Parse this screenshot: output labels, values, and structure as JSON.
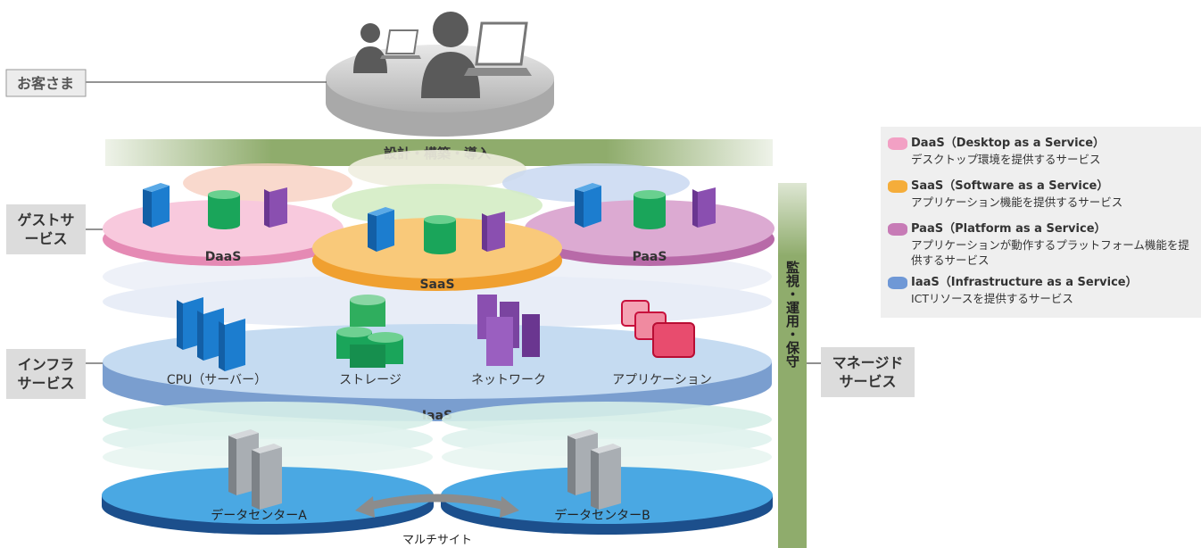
{
  "customer": {
    "label": "お客さま"
  },
  "bands": {
    "design": "設計・構築・導入",
    "monitor": "監視・運用・保守"
  },
  "side_labels": {
    "guest": "ゲストサービス",
    "infra": "インフラサービス",
    "managed": "マネージドサービス"
  },
  "platforms": {
    "daas": "DaaS",
    "saas": "SaaS",
    "paas": "PaaS",
    "iaas": "IaaS"
  },
  "resources": {
    "cpu": "CPU（サーバー）",
    "storage": "ストレージ",
    "network": "ネットワーク",
    "application": "アプリケーション"
  },
  "datacenters": {
    "a": "データセンターA",
    "b": "データセンターB",
    "multisite": "マルチサイト"
  },
  "legend": [
    {
      "title": "DaaS（Desktop as a Service）",
      "desc": "デスクトップ環境を提供するサービス",
      "color": "#f2a0c4"
    },
    {
      "title": "SaaS（Software as a Service）",
      "desc": "アプリケーション機能を提供するサービス",
      "color": "#f5ad3a"
    },
    {
      "title": "PaaS（Platform as a Service）",
      "desc": "アプリケーションが動作するプラットフォーム機能を提供するサービス",
      "color": "#c77bb6"
    },
    {
      "title": "IaaS（Infrastructure as a Service）",
      "desc": "ICTリソースを提供するサービス",
      "color": "#6f98d6"
    }
  ],
  "colors": {
    "green_band": "#8fac6c",
    "iaas": "#b9d3ee",
    "datacenter": "#4aa8e3",
    "label_box": "#dcdcdc"
  }
}
